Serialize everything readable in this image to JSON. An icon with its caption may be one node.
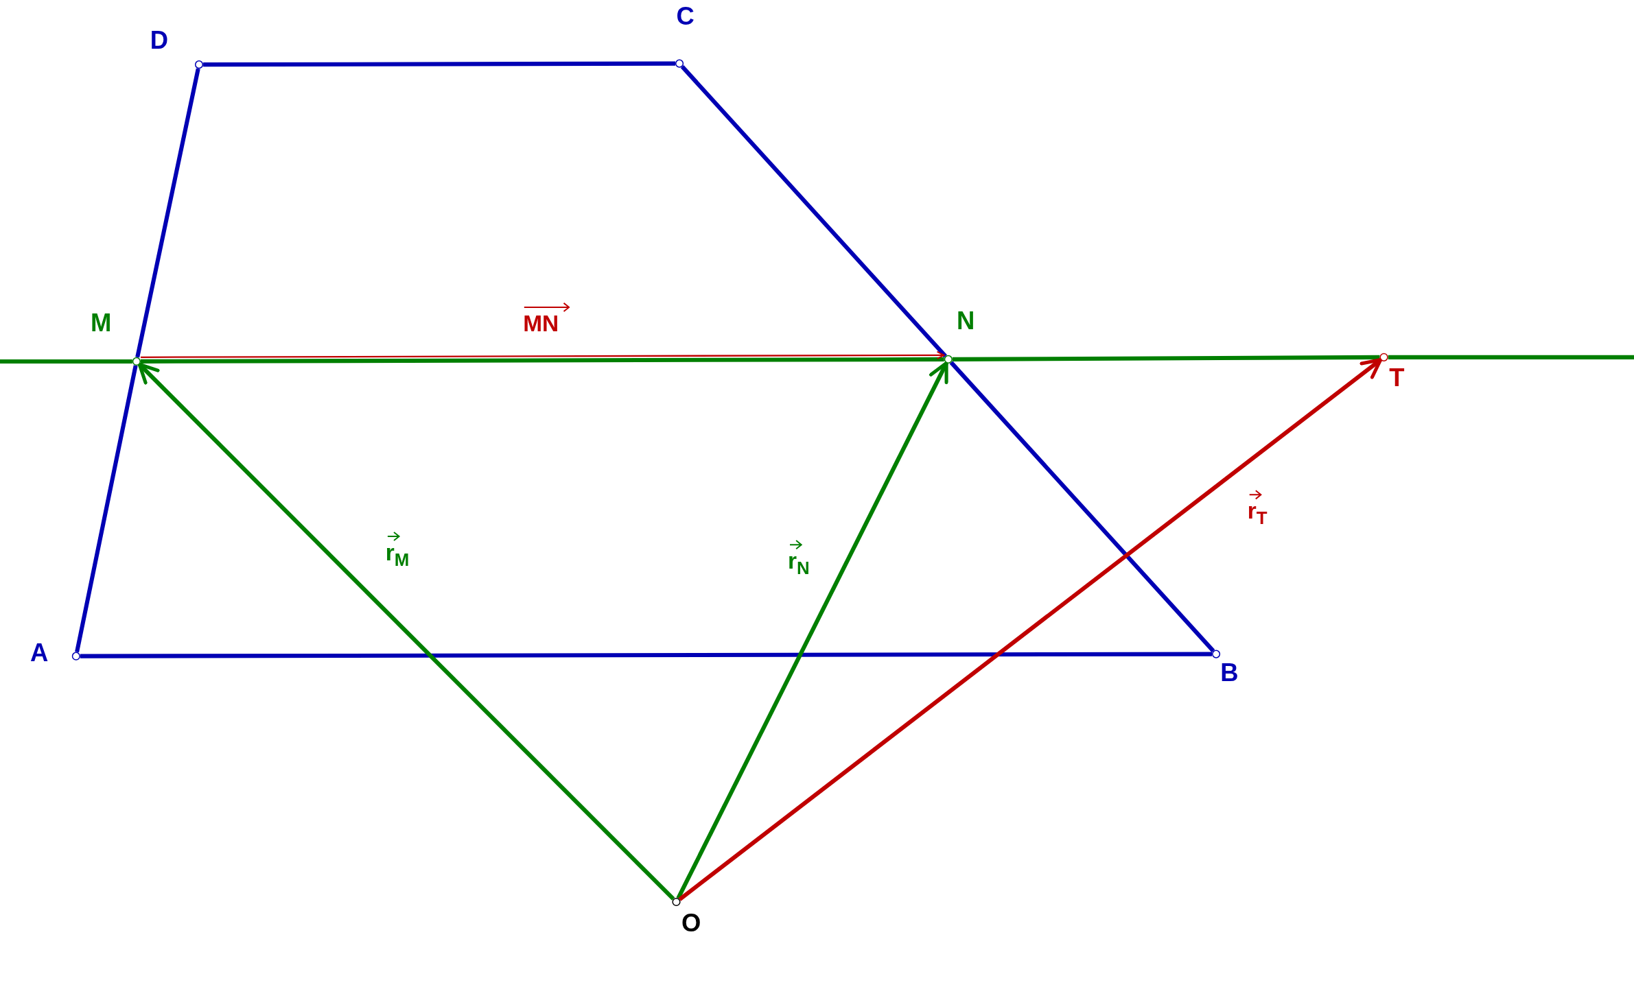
{
  "diagram": {
    "nodes": [
      {
        "text": [
          "D"
        ]
      },
      {
        "text": [
          "C"
        ]
      },
      {
        "text": [
          "M"
        ]
      },
      {
        "text": [
          "N"
        ]
      },
      {
        "text": [
          "T"
        ]
      },
      {
        "text": [
          "A"
        ]
      },
      {
        "text": [
          "B"
        ]
      },
      {
        "text": [
          "O"
        ]
      }
    ],
    "edges": [
      {
        "from": 0,
        "to": 1,
        "arrow": "none"
      },
      {
        "from": 1,
        "to": 3,
        "arrow": "none"
      },
      {
        "from": 3,
        "to": 6,
        "arrow": "none"
      },
      {
        "from": 6,
        "to": 5,
        "arrow": "none"
      },
      {
        "from": 5,
        "to": 2,
        "arrow": "none"
      },
      {
        "from": 2,
        "to": 0,
        "arrow": "none"
      },
      {
        "from": null,
        "to": 2,
        "arrow": "none",
        "color": "#007f00"
      },
      {
        "from": 2,
        "to": 3,
        "arrow": "none",
        "color": "#007f00"
      },
      {
        "from": 3,
        "to": 4,
        "arrow": "none",
        "color": "#007f00"
      },
      {
        "from": 4,
        "to": null,
        "arrow": "none",
        "color": "#007f00"
      },
      {
        "from": 2,
        "to": 3,
        "arrow": "to",
        "label": "MN",
        "color": "#c00000"
      },
      {
        "from": 7,
        "to": 2,
        "arrow": "to",
        "label": "r$_{M}$",
        "color": "#007f00"
      },
      {
        "from": 7,
        "to": 3,
        "arrow": "to",
        "label": "r$_{N}$",
        "color": "#007f00"
      },
      {
        "from": 7,
        "to": 4,
        "arrow": "to",
        "label": "r$_{T}$",
        "color": "#c00000"
      }
    ]
  }
}
